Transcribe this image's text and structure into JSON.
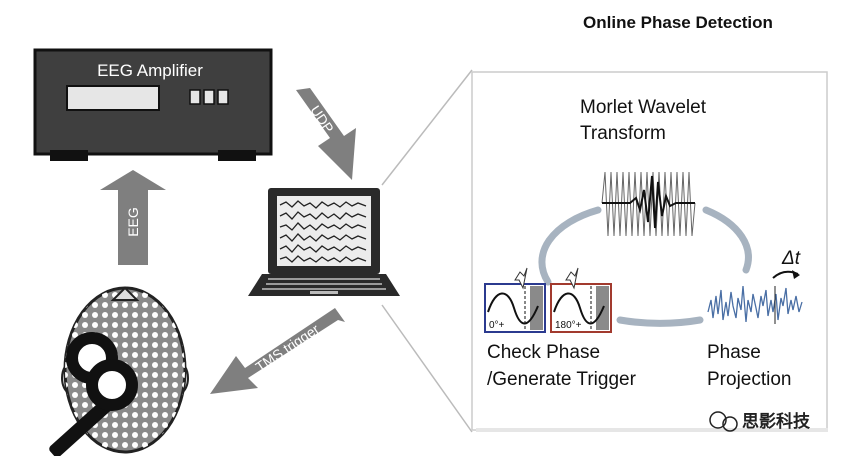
{
  "diagram": {
    "title": "Online Phase Detection",
    "amplifier_label": "EEG Amplifier",
    "arrow_udp": "UDP",
    "arrow_eeg": "EEG",
    "arrow_tms": "TMS trigger",
    "wavelet_label_line1": "Morlet Wavelet",
    "wavelet_label_line2": "Transform",
    "check_label_line1": "Check Phase",
    "check_label_line2": "/Generate Trigger",
    "projection_label_line1": "Phase",
    "projection_label_line2": "Projection",
    "delta_t": "Δt",
    "phase_box_1": "0°+",
    "phase_box_2": "180°+",
    "watermark": "思影科技"
  },
  "colors": {
    "device_dark": "#3f3f3f",
    "arrow_gray": "#7f7f7f",
    "cycle_gray": "#a7b3c0",
    "signal_blue": "#4a6fa5",
    "box_blue": "#2b3a8f",
    "box_red": "#a23a2e"
  }
}
